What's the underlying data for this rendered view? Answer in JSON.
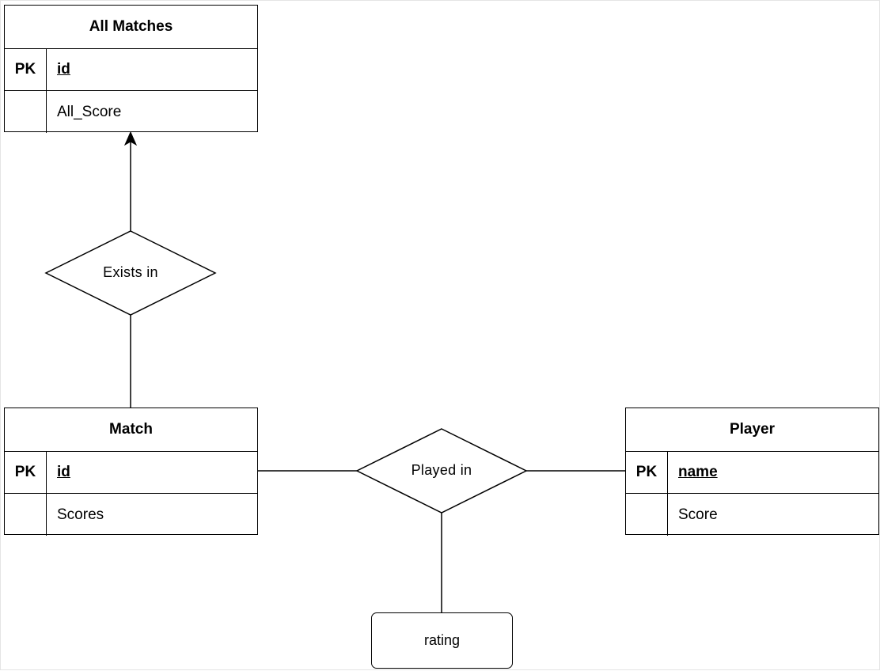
{
  "entities": {
    "all_matches": {
      "title": "All Matches",
      "pk_label": "PK",
      "pk_field": "id",
      "attribute": "All_Score"
    },
    "match": {
      "title": "Match",
      "pk_label": "PK",
      "pk_field": "id",
      "attribute": "Scores"
    },
    "player": {
      "title": "Player",
      "pk_label": "PK",
      "pk_field": "name",
      "attribute": "Score"
    }
  },
  "relationships": {
    "exists_in": {
      "label": "Exists in"
    },
    "played_in": {
      "label": "Played in"
    }
  },
  "attributes": {
    "rating": {
      "label": "rating"
    }
  }
}
